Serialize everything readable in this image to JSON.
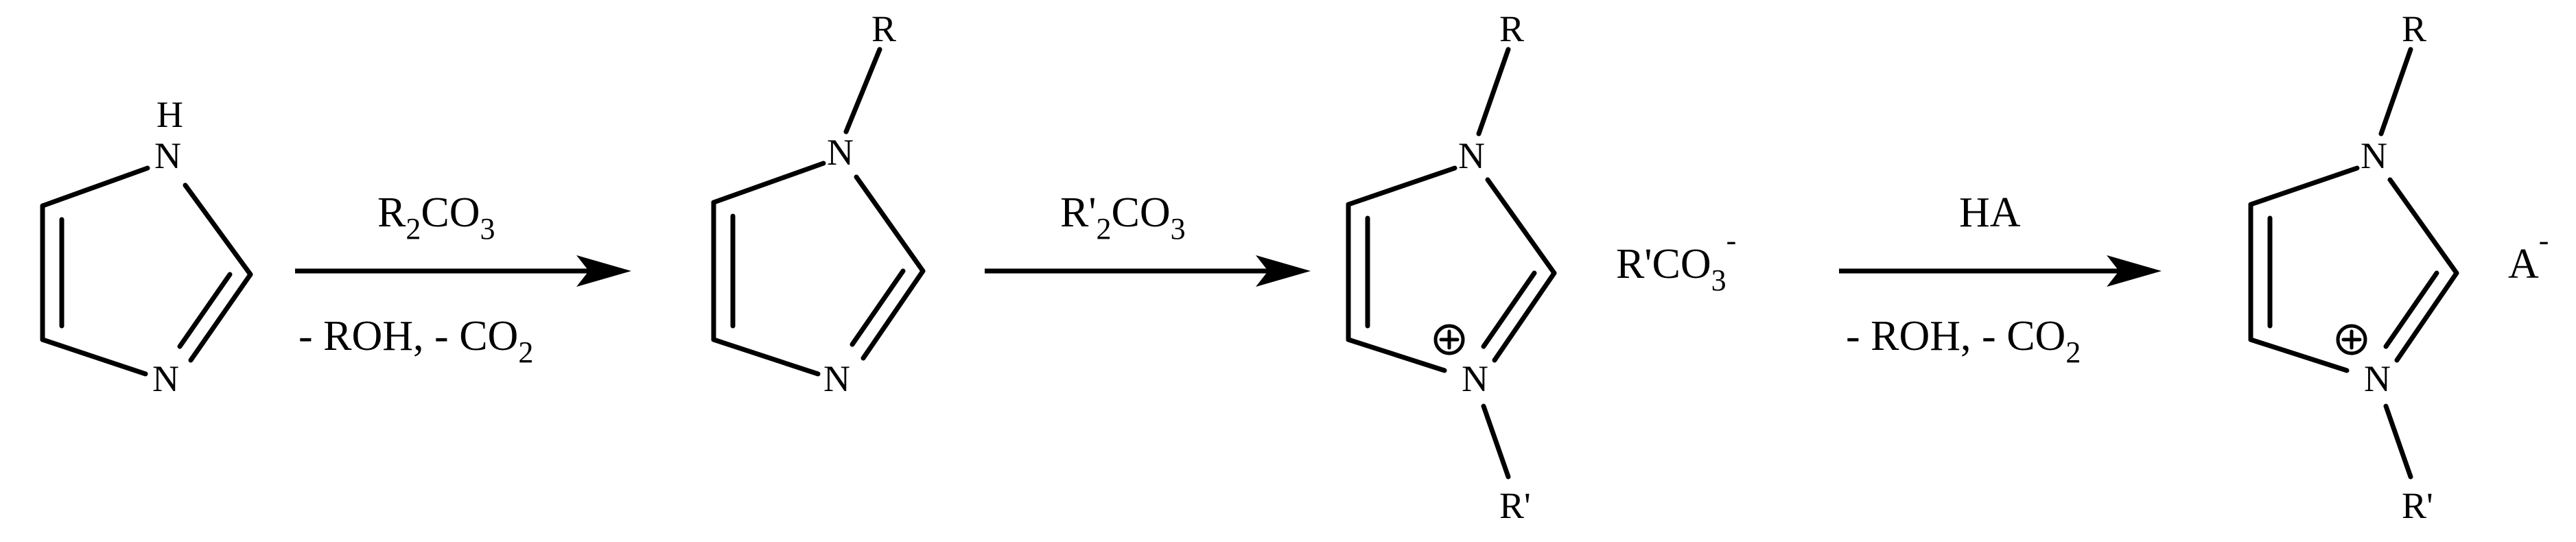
{
  "atoms": {
    "N": "N",
    "H": "H",
    "R": "R",
    "R_prime": "R'"
  },
  "steps": [
    {
      "reagent_above_main": "R",
      "reagent_above_sub1": "2",
      "reagent_above_mid": "CO",
      "reagent_above_sub2": "3",
      "below_part1": "- ROH, - CO",
      "below_sub": "2"
    },
    {
      "reagent_above_main": "R'",
      "reagent_above_sub1": "2",
      "reagent_above_mid": "CO",
      "reagent_above_sub2": "3"
    },
    {
      "reagent_above": "HA",
      "below_part1": "- ROH, - CO",
      "below_sub": "2"
    }
  ],
  "counterions": {
    "carbonate_main": "R'CO",
    "carbonate_sub": "3",
    "carbonate_charge": "-",
    "anion_main": "A",
    "anion_charge": "-"
  },
  "charge_symbol": "+"
}
